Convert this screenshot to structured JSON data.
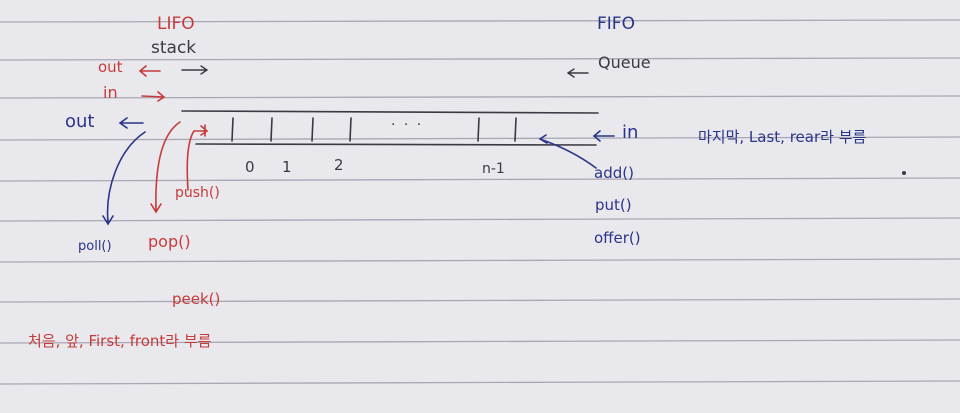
{
  "colors": {
    "paper": "#e9e8ec",
    "rule": "#a9a7b4",
    "red_ink": "#c63b3a",
    "blue_ink": "#29358a",
    "dark_ink": "#3a3a44"
  },
  "stack": {
    "title": "LIFO",
    "name": "stack",
    "out_label": "out",
    "in_label": "in",
    "push_label": "push()",
    "pop_label": "pop()",
    "peek_label": "peek()",
    "note": "처음, 앞, First, front라 부름"
  },
  "queue": {
    "title": "FIFO",
    "name": "Queue",
    "out_label": "out",
    "in_label": "in",
    "poll_label": "poll()",
    "add_label": "add()",
    "put_label": "put()",
    "offer_label": "offer()",
    "note": "마지막, Last, rear라 부름"
  },
  "array": {
    "index_labels": [
      "0",
      "1",
      "2",
      "n-1"
    ],
    "ellipsis": "· · ·"
  }
}
